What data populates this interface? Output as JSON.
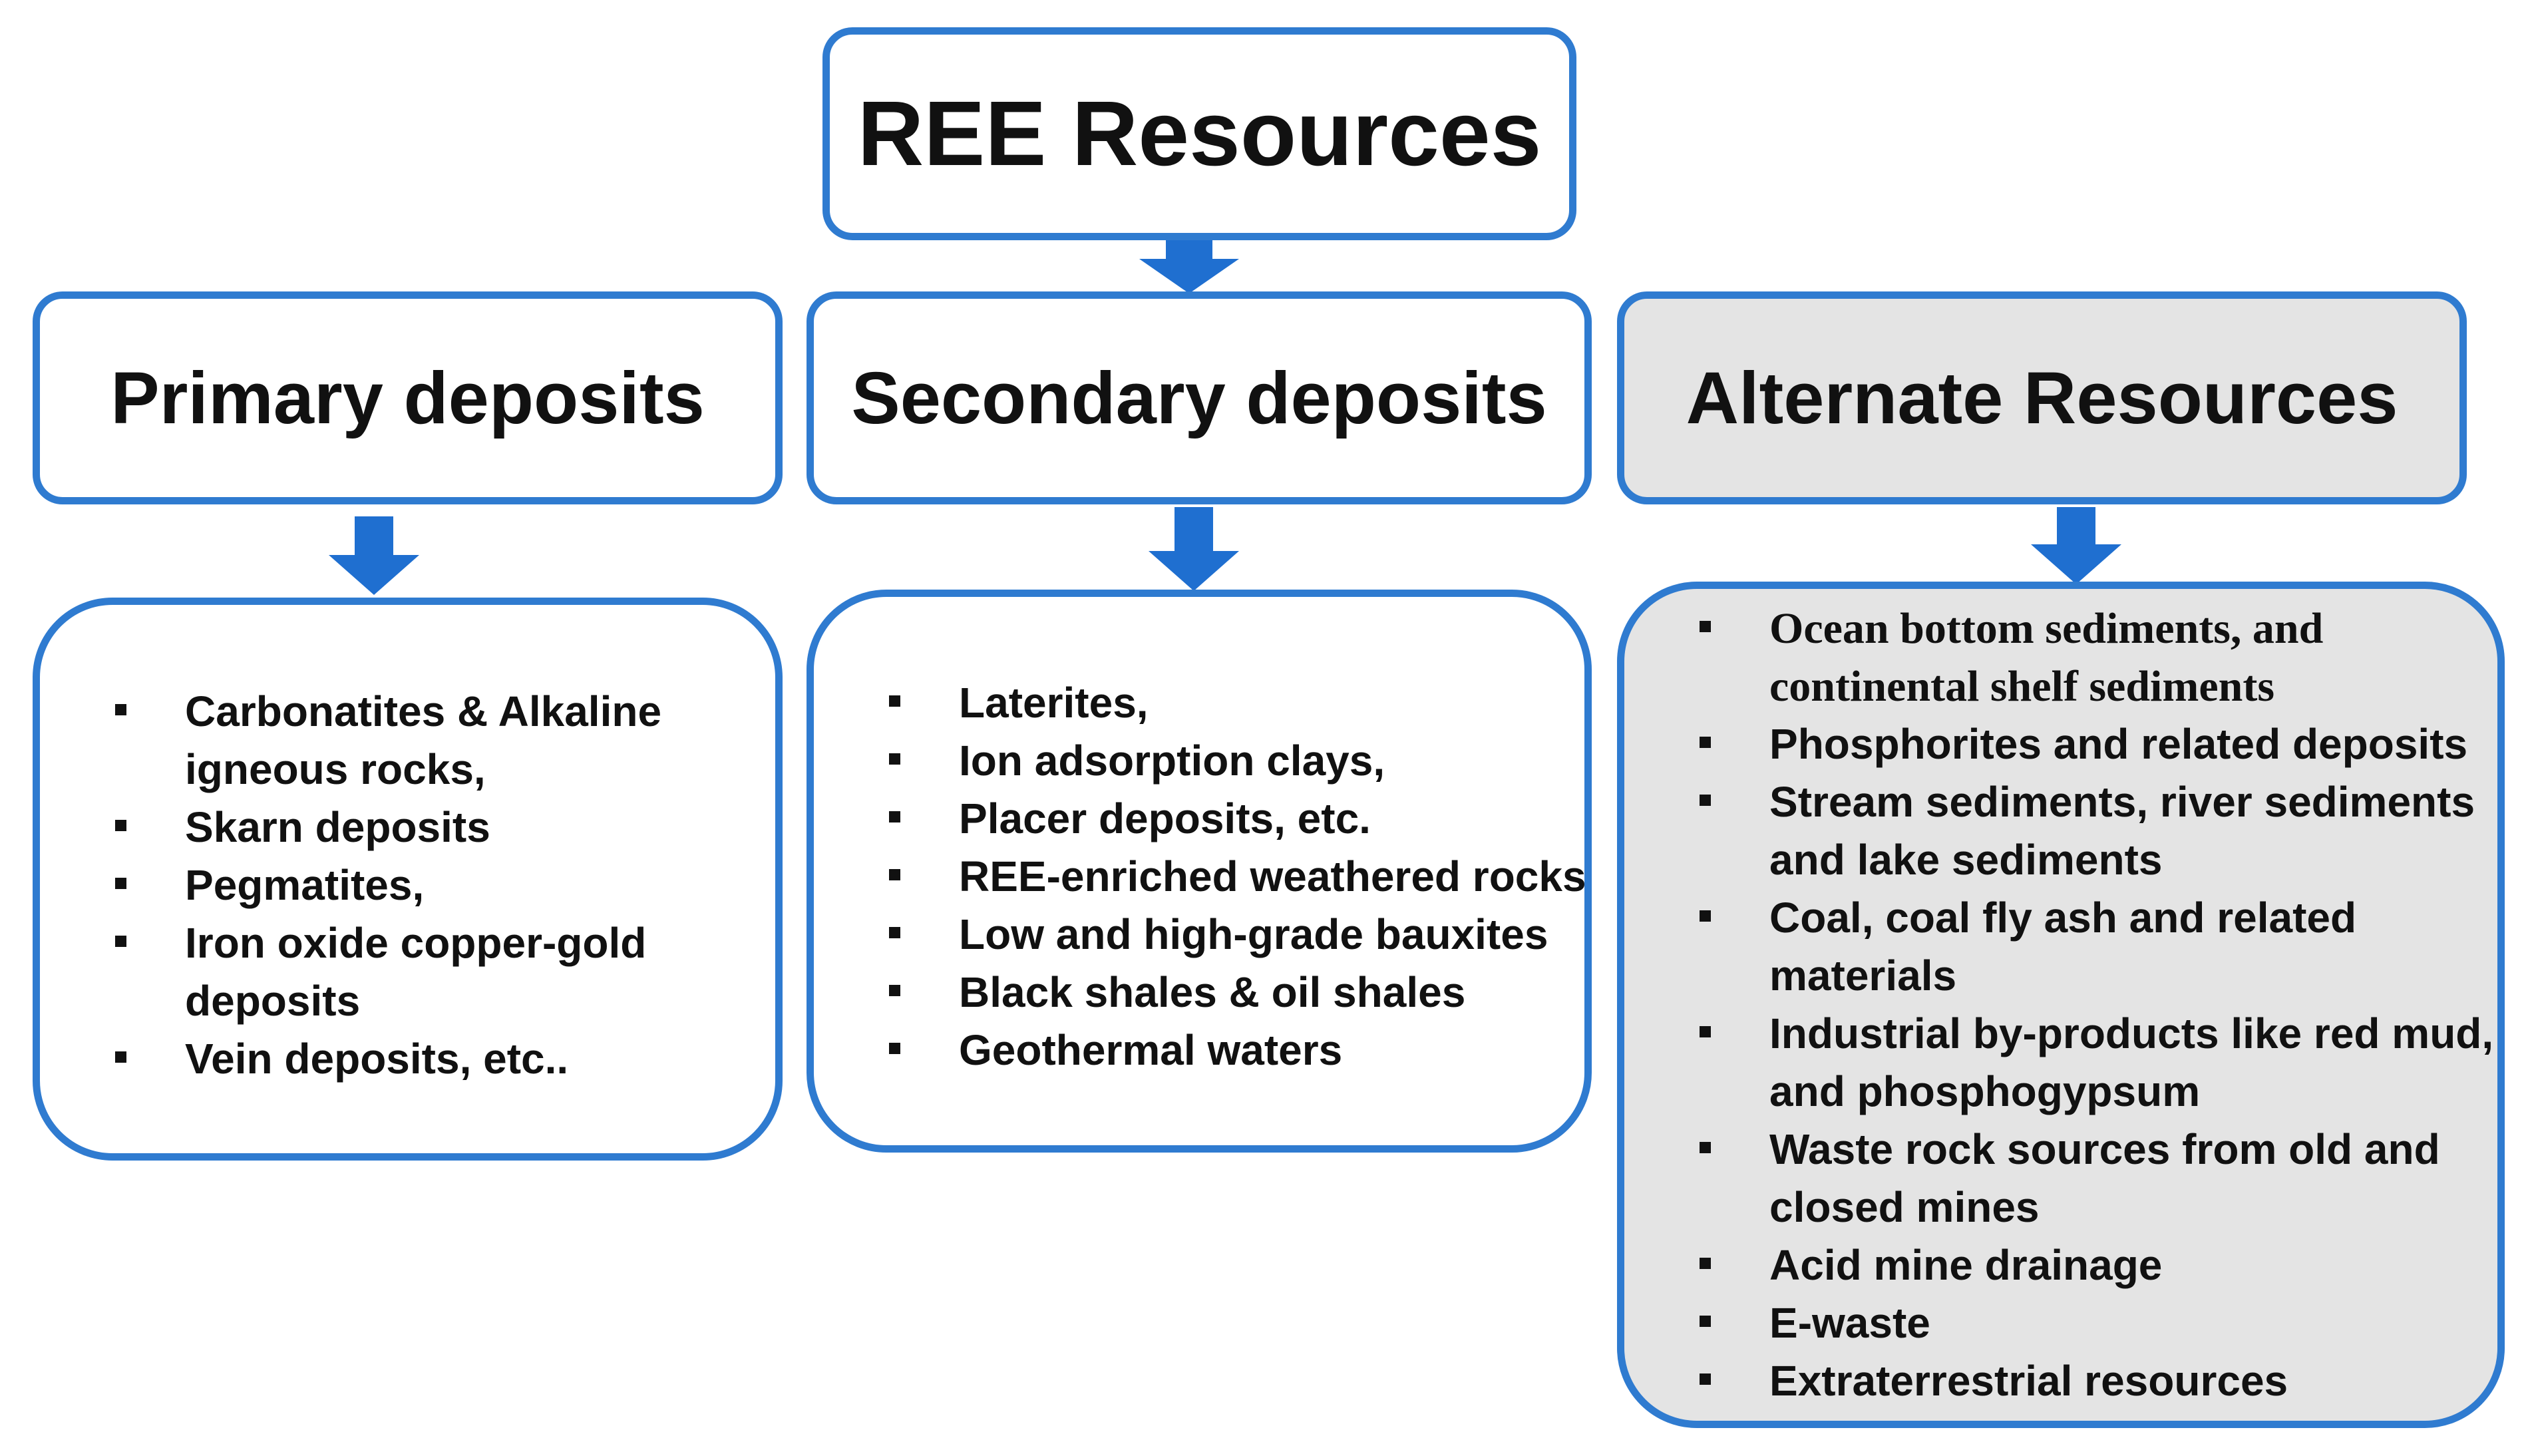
{
  "root": {
    "title": "REE Resources"
  },
  "categories": [
    {
      "title": "Primary deposits",
      "items": [
        "Carbonatites & Alkaline igneous rocks,",
        "Skarn deposits",
        "Pegmatites,",
        "Iron oxide copper-gold deposits",
        "Vein deposits, etc.."
      ]
    },
    {
      "title": "Secondary deposits",
      "items": [
        "Laterites,",
        "Ion adsorption clays,",
        "Placer deposits, etc.",
        "REE-enriched weathered rocks",
        "Low and high-grade bauxites",
        "Black shales & oil shales",
        "Geothermal waters"
      ]
    },
    {
      "title": "Alternate Resources",
      "items": [
        "Ocean bottom sediments, and continental shelf sediments",
        "Phosphorites and related deposits",
        "Stream sediments, river sediments and lake sediments",
        "Coal, coal fly ash and related materials",
        "Industrial by-products like red mud, and phosphogypsum",
        "Waste rock sources from old and closed mines",
        "Acid mine drainage",
        "E-waste",
        "Extraterrestrial resources"
      ]
    }
  ],
  "colors": {
    "border": "#2f7bd0",
    "arrow": "#1f6fd0",
    "shaded_fill": "#e4e4e4",
    "text": "#111111"
  },
  "icons": {
    "connector": "down-arrow-icon",
    "bullet": "square-bullet-icon"
  }
}
